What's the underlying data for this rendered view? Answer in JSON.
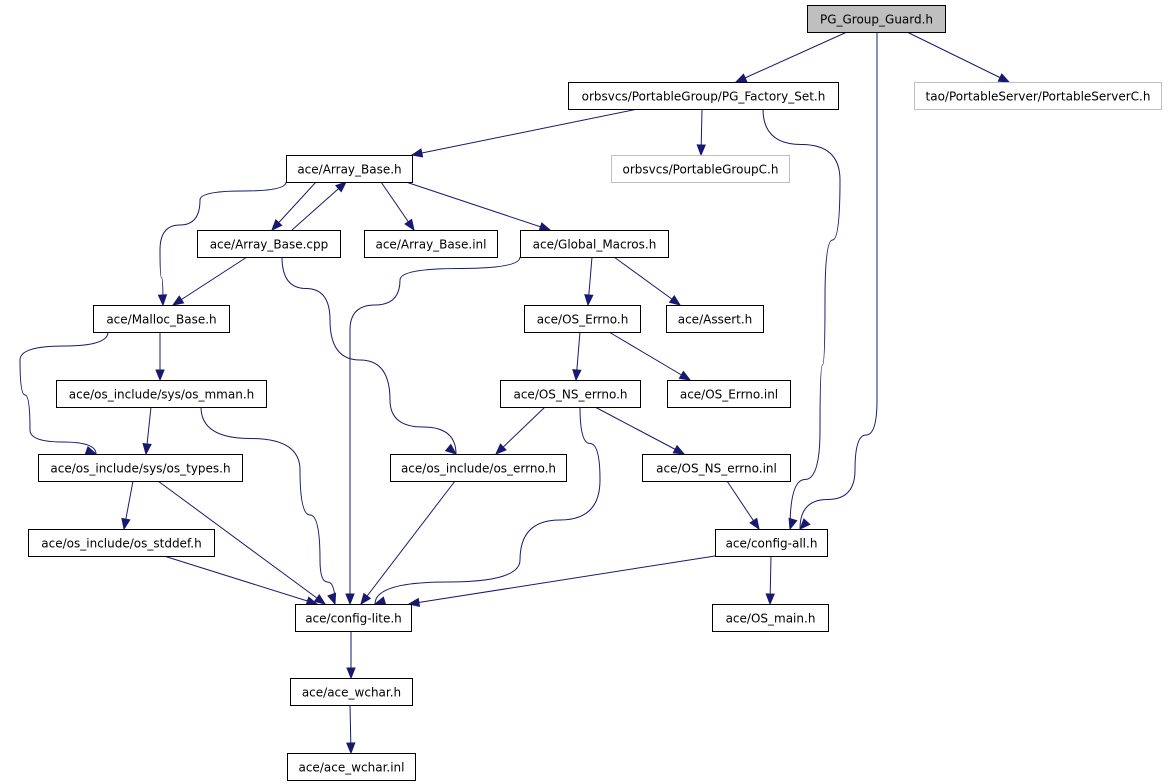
{
  "diagram": {
    "type": "include-dependency-graph",
    "nodes": [
      {
        "id": "pg_group_guard",
        "label": "PG_Group_Guard.h",
        "style": "root"
      },
      {
        "id": "pg_factory_set",
        "label": "orbsvcs/PortableGroup/PG_Factory_Set.h",
        "style": "normal"
      },
      {
        "id": "portableserverc",
        "label": "tao/PortableServer/PortableServerC.h",
        "style": "external"
      },
      {
        "id": "portablegroupc",
        "label": "orbsvcs/PortableGroupC.h",
        "style": "external"
      },
      {
        "id": "array_base_h",
        "label": "ace/Array_Base.h",
        "style": "normal"
      },
      {
        "id": "array_base_cpp",
        "label": "ace/Array_Base.cpp",
        "style": "normal"
      },
      {
        "id": "array_base_inl",
        "label": "ace/Array_Base.inl",
        "style": "normal"
      },
      {
        "id": "global_macros",
        "label": "ace/Global_Macros.h",
        "style": "normal"
      },
      {
        "id": "malloc_base",
        "label": "ace/Malloc_Base.h",
        "style": "normal"
      },
      {
        "id": "os_errno_h",
        "label": "ace/OS_Errno.h",
        "style": "normal"
      },
      {
        "id": "assert_h",
        "label": "ace/Assert.h",
        "style": "normal"
      },
      {
        "id": "os_mman",
        "label": "ace/os_include/sys/os_mman.h",
        "style": "normal"
      },
      {
        "id": "os_ns_errno_h",
        "label": "ace/OS_NS_errno.h",
        "style": "normal"
      },
      {
        "id": "os_errno_inl",
        "label": "ace/OS_Errno.inl",
        "style": "normal"
      },
      {
        "id": "os_types",
        "label": "ace/os_include/sys/os_types.h",
        "style": "normal"
      },
      {
        "id": "os_include_errno",
        "label": "ace/os_include/os_errno.h",
        "style": "normal"
      },
      {
        "id": "os_ns_errno_inl",
        "label": "ace/OS_NS_errno.inl",
        "style": "normal"
      },
      {
        "id": "os_stddef",
        "label": "ace/os_include/os_stddef.h",
        "style": "normal"
      },
      {
        "id": "config_all",
        "label": "ace/config-all.h",
        "style": "normal"
      },
      {
        "id": "config_lite",
        "label": "ace/config-lite.h",
        "style": "normal"
      },
      {
        "id": "os_main",
        "label": "ace/OS_main.h",
        "style": "normal"
      },
      {
        "id": "ace_wchar_h",
        "label": "ace/ace_wchar.h",
        "style": "normal"
      },
      {
        "id": "ace_wchar_inl",
        "label": "ace/ace_wchar.inl",
        "style": "normal"
      }
    ],
    "edges": [
      {
        "from": "pg_group_guard",
        "to": "pg_factory_set"
      },
      {
        "from": "pg_group_guard",
        "to": "portableserverc"
      },
      {
        "from": "pg_group_guard",
        "to": "config_all"
      },
      {
        "from": "pg_factory_set",
        "to": "array_base_h"
      },
      {
        "from": "pg_factory_set",
        "to": "portablegroupc"
      },
      {
        "from": "pg_factory_set",
        "to": "config_all"
      },
      {
        "from": "array_base_h",
        "to": "array_base_cpp"
      },
      {
        "from": "array_base_cpp",
        "to": "array_base_h"
      },
      {
        "from": "array_base_h",
        "to": "array_base_inl"
      },
      {
        "from": "array_base_h",
        "to": "global_macros"
      },
      {
        "from": "array_base_h",
        "to": "malloc_base"
      },
      {
        "from": "array_base_cpp",
        "to": "malloc_base"
      },
      {
        "from": "array_base_cpp",
        "to": "os_include_errno"
      },
      {
        "from": "global_macros",
        "to": "os_errno_h"
      },
      {
        "from": "global_macros",
        "to": "assert_h"
      },
      {
        "from": "global_macros",
        "to": "config_lite"
      },
      {
        "from": "malloc_base",
        "to": "os_mman"
      },
      {
        "from": "malloc_base",
        "to": "os_types"
      },
      {
        "from": "os_errno_h",
        "to": "os_ns_errno_h"
      },
      {
        "from": "os_errno_h",
        "to": "os_errno_inl"
      },
      {
        "from": "os_mman",
        "to": "os_types"
      },
      {
        "from": "os_mman",
        "to": "config_lite"
      },
      {
        "from": "os_ns_errno_h",
        "to": "os_include_errno"
      },
      {
        "from": "os_ns_errno_h",
        "to": "os_ns_errno_inl"
      },
      {
        "from": "os_ns_errno_h",
        "to": "config_lite"
      },
      {
        "from": "os_types",
        "to": "os_stddef"
      },
      {
        "from": "os_types",
        "to": "config_lite"
      },
      {
        "from": "os_include_errno",
        "to": "config_lite"
      },
      {
        "from": "os_ns_errno_inl",
        "to": "config_all"
      },
      {
        "from": "os_stddef",
        "to": "config_lite"
      },
      {
        "from": "config_all",
        "to": "config_lite"
      },
      {
        "from": "config_all",
        "to": "os_main"
      },
      {
        "from": "config_lite",
        "to": "ace_wchar_h"
      },
      {
        "from": "ace_wchar_h",
        "to": "ace_wchar_inl"
      }
    ],
    "colors": {
      "edge": "#191970",
      "root_fill": "#bfbfbf",
      "external_border": "#bfbfbf",
      "node_border": "#000000",
      "background": "#ffffff"
    }
  }
}
